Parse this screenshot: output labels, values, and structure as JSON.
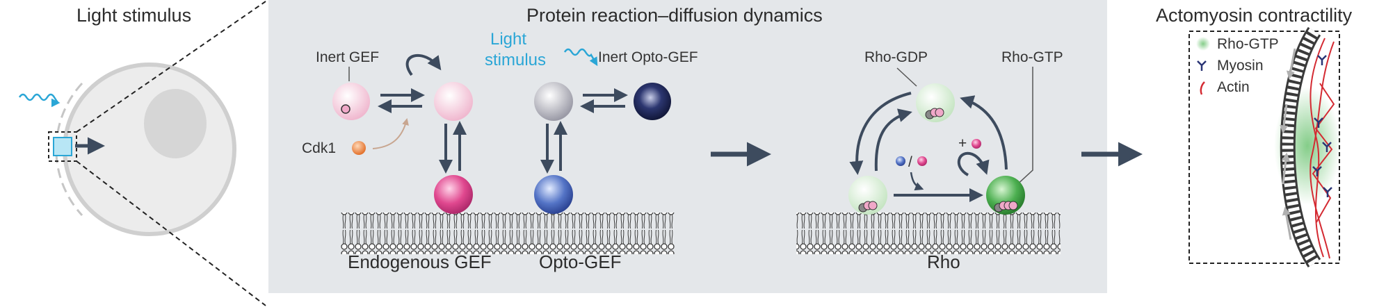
{
  "colors": {
    "panel": "#e4e7ea",
    "arrow": "#3d4b5e",
    "light": "#2aa6d6",
    "cell": "#cccccc",
    "gef_pink": "#e0488f",
    "opto_blue": "#5474c6",
    "inert_opto": "#1c2347",
    "rho_gtp": "#4caf50",
    "actin": "#d42a32",
    "myosin": "#2a3575"
  },
  "left": {
    "title": "Light stimulus"
  },
  "middle": {
    "title": "Protein reaction–diffusion dynamics",
    "inert_gef": "Inert GEF",
    "cdk1": "Cdk1",
    "light_line1": "Light",
    "light_line2": "stimulus",
    "inert_opto_gef": "Inert Opto-GEF",
    "endogenous_gef": "Endogenous GEF",
    "opto_gef": "Opto-GEF",
    "rho_gdp": "Rho-GDP",
    "rho_gtp": "Rho-GTP",
    "rho": "Rho",
    "plus": "+",
    "slash": "/"
  },
  "right": {
    "title": "Actomyosin contractility",
    "legend": [
      "Rho-GTP",
      "Myosin",
      "Actin"
    ]
  }
}
